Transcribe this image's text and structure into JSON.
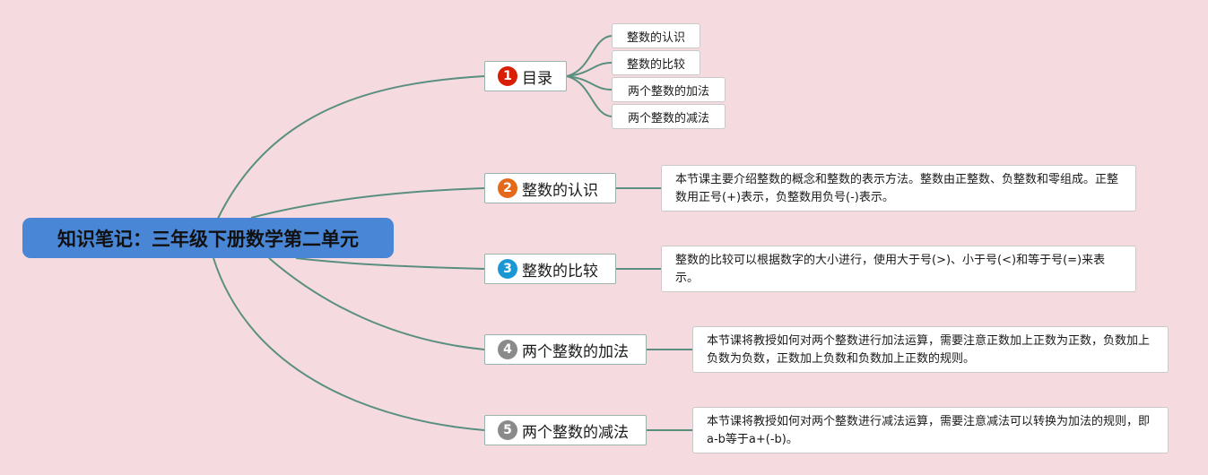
{
  "root": {
    "title": "知识笔记：三年级下册数学第二单元"
  },
  "colors": {
    "background": "#f5dbe0",
    "root_fill": "#4a86d6",
    "connector": "#5a8f80",
    "badge_1": "#d81e06",
    "badge_2": "#e46a1a",
    "badge_3": "#1a98d6",
    "badge_4": "#8a8a8a",
    "badge_5": "#8a8a8a"
  },
  "branches": [
    {
      "number": "1",
      "label": "目录",
      "badge_color": "#d81e06",
      "children": [
        "整数的认识",
        "整数的比较",
        "两个整数的加法",
        "两个整数的减法"
      ]
    },
    {
      "number": "2",
      "label": "整数的认识",
      "badge_color": "#e46a1a",
      "description": "本节课主要介绍整数的概念和整数的表示方法。整数由正整数、负整数和零组成。正整数用正号(+)表示，负整数用负号(-)表示。"
    },
    {
      "number": "3",
      "label": "整数的比较",
      "badge_color": "#1a98d6",
      "description": "整数的比较可以根据数字的大小进行，使用大于号(>)、小于号(<)和等于号(=)来表示。"
    },
    {
      "number": "4",
      "label": "两个整数的加法",
      "badge_color": "#8a8a8a",
      "description": "本节课将教授如何对两个整数进行加法运算，需要注意正数加上正数为正数，负数加上负数为负数，正数加上负数和负数加上正数的规则。"
    },
    {
      "number": "5",
      "label": "两个整数的减法",
      "badge_color": "#8a8a8a",
      "description": "本节课将教授如何对两个整数进行减法运算，需要注意减法可以转换为加法的规则，即a-b等于a+(-b)。"
    }
  ]
}
